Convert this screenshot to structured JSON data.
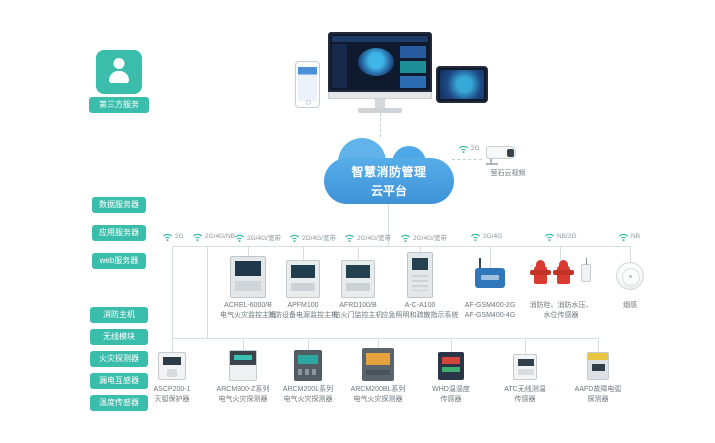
{
  "colors": {
    "teal": "#3bbdab",
    "cloud_blue": "#4aa0e0",
    "line": "#d7dde2",
    "hydrant_red": "#d93a2f"
  },
  "third_party": {
    "label": "第三方服务"
  },
  "cloud": {
    "title_line1": "智慧消防管理",
    "title_line2": "云平台"
  },
  "camera": {
    "network": "2G",
    "label": "萤石云视频"
  },
  "servers": [
    "数据服务器",
    "应用服务器",
    "web服务器"
  ],
  "categories": [
    "消防主机",
    "无线模块",
    "火灾探测器",
    "漏电互感器",
    "温度传感器"
  ],
  "connections": [
    "2G",
    "2G/4G/NB",
    "2G/4G/宽带",
    "2G/4G/宽带",
    "2G/4G/宽带",
    "2G/4G/宽带",
    "2G/4G",
    "NB/2G",
    "NB"
  ],
  "row1_devices": [
    {
      "line1": "ACREL-6000/B",
      "line2": "电气火灾监控主机"
    },
    {
      "line1": "APFM100",
      "line2": "消防设备电源监控主机"
    },
    {
      "line1": "AFRD100/B",
      "line2": "防火门监控主机"
    },
    {
      "line1": "A-C-A100",
      "line2": "应急照明和疏散指示系统"
    },
    {
      "line1": "AF-GSM400-2G",
      "line2": "AF-GSM400-4G"
    },
    {
      "line1": "消防栓、消防水压、",
      "line2": "水位传感器"
    },
    {
      "line1": "烟感",
      "line2": ""
    }
  ],
  "row2_devices": [
    {
      "line1": "ASCP200-1",
      "line2": "灭弧保护器"
    },
    {
      "line1": "ARCM300-Z系列",
      "line2": "电气火灾探测器"
    },
    {
      "line1": "ARCM200L系列",
      "line2": "电气火灾探测器"
    },
    {
      "line1": "ARCM200BL系列",
      "line2": "电气火灾探测器"
    },
    {
      "line1": "WHD温湿度",
      "line2": "传感器"
    },
    {
      "line1": "ATC无线测温",
      "line2": "传感器"
    },
    {
      "line1": "AAFD故障电弧",
      "line2": "探测器"
    }
  ]
}
